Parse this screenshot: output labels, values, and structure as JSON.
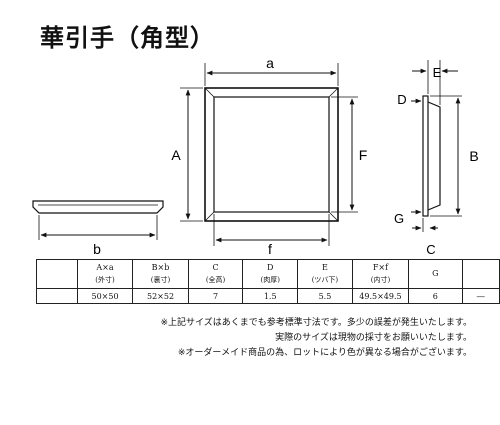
{
  "title": "華引手（角型）",
  "dimension_labels": {
    "a": "a",
    "A": "A",
    "b": "b",
    "f": "f",
    "F": "F",
    "B": "B",
    "D": "D",
    "E": "E",
    "G": "G",
    "C": "C"
  },
  "table": {
    "headers": [
      {
        "main": "A×a",
        "sub": "(外寸)"
      },
      {
        "main": "B×b",
        "sub": "(裏寸)"
      },
      {
        "main": "C",
        "sub": "(全高)"
      },
      {
        "main": "D",
        "sub": "(肉厚)"
      },
      {
        "main": "E",
        "sub": "(ツバ下)"
      },
      {
        "main": "F×f",
        "sub": "(内寸)"
      },
      {
        "main": "G",
        "sub": ""
      }
    ],
    "row": [
      "50×50",
      "52×52",
      "7",
      "1.5",
      "5.5",
      "49.5×49.5",
      "6",
      "―"
    ]
  },
  "notes": [
    "※上記サイズはあくまでも参考標準寸法です。多少の誤差が発生いたします。",
    "実際のサイズは現物の採寸をお願いいたします。",
    "※オーダーメイド商品の為、ロットにより色が異なる場合がございます。"
  ]
}
